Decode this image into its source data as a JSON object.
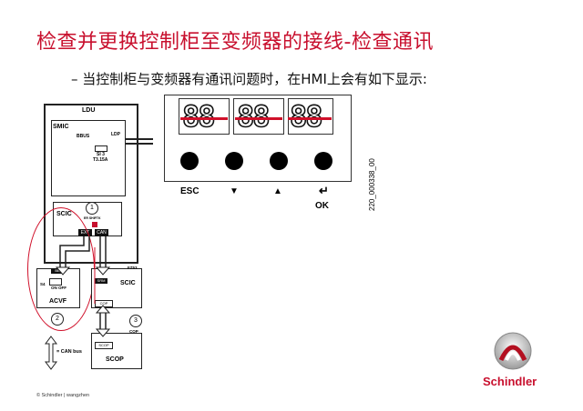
{
  "slide": {
    "title": "检查并更换控制柜至变频器的接线-检查通讯",
    "bullet": "–  当控制柜与变频器有通讯问题时，在HMI上会有如下显示:",
    "footer": "© Schindler | wangzhen",
    "brand": "Schindler"
  },
  "diagram": {
    "ldu": "LDU",
    "smic": "SMIC",
    "bbus": "BBUS",
    "ldp": "LDP",
    "si": "SI 3",
    "fuse": "T3.15A",
    "scic": "SCIC",
    "scic_small": "ER  SHIFTK",
    "ext": "EXT",
    "can": "CAN",
    "acvf_header": "BB",
    "acvf_sw": "ON   OFF",
    "acvf_pre": "S4",
    "acvf": "ACVF",
    "scic2": "SCIC",
    "scic2_header": "SRM",
    "scic2_tag": "FZ53",
    "scic2_cop": "COP",
    "cop_tag": "COP",
    "cop_port": "SCOP",
    "scop": "SCOP",
    "can_bus": "= CAN bus",
    "circle1": "1",
    "circle2": "2",
    "circle3": "3",
    "code": "220_000338_00"
  },
  "hmi": {
    "digits": [
      "88",
      "88",
      "88"
    ],
    "buttons": [
      "ESC",
      "▼",
      "▲",
      "↵",
      "OK"
    ]
  }
}
